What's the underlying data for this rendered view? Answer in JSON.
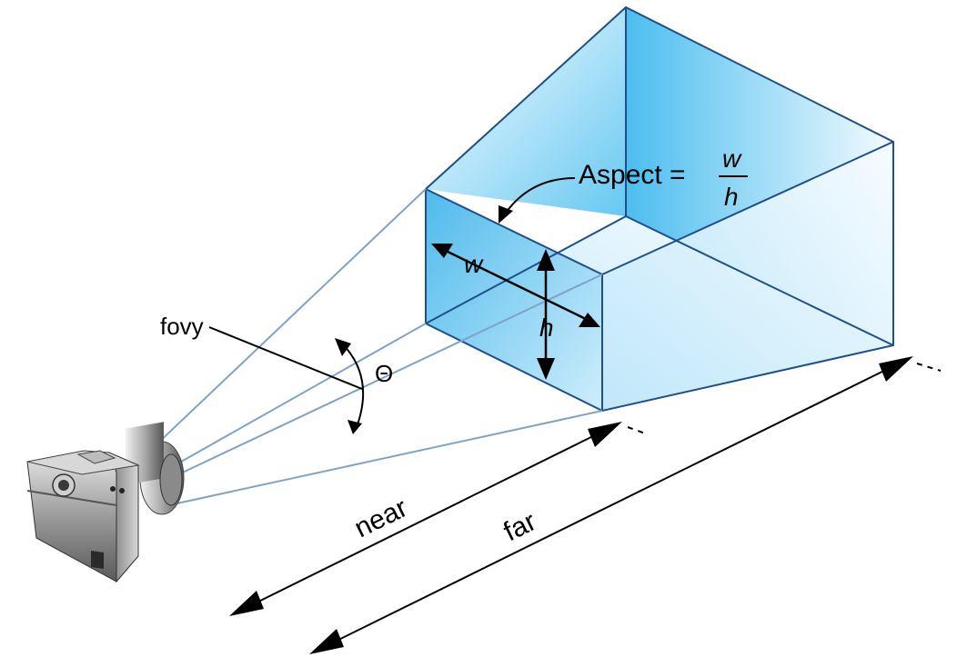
{
  "labels": {
    "fovy": "fovy",
    "theta": "Θ",
    "aspect": "Aspect =",
    "aspect_num": "w",
    "aspect_den": "h",
    "w": "w",
    "h": "h",
    "near": "near",
    "far": "far"
  },
  "colors": {
    "frustum_edge": "#1f4f8a",
    "frustum_fill_light": "#e8f6fd",
    "frustum_fill_dark": "#45b8ec",
    "ray": "#7fa3c8",
    "ink": "#000000"
  },
  "icons": {
    "camera": "camera-icon"
  }
}
